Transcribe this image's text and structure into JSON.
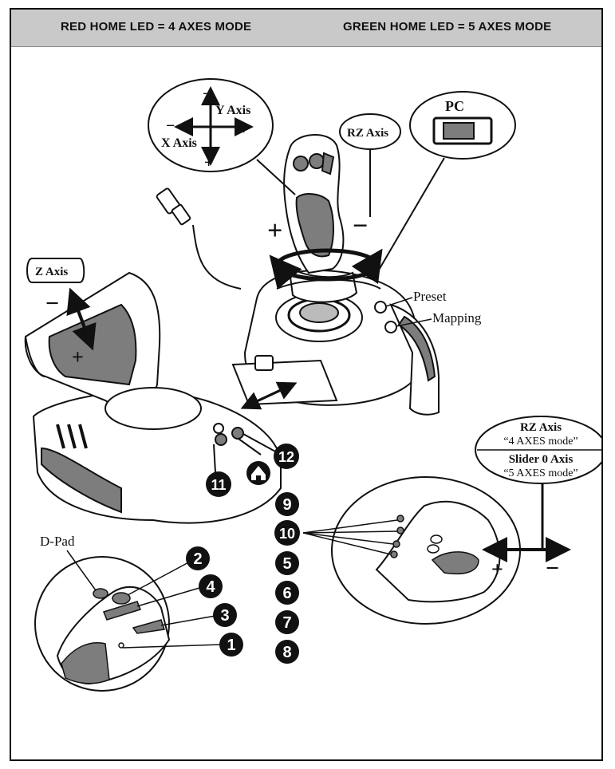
{
  "header": {
    "left": "RED HOME LED = 4 AXES MODE",
    "right": "GREEN HOME LED = 5 AXES MODE"
  },
  "labels": {
    "y_axis": "Y Axis",
    "x_axis": "X Axis",
    "rz_axis": "RZ Axis",
    "pc": "PC",
    "z_axis": "Z Axis",
    "preset": "Preset",
    "mapping": "Mapping",
    "d_pad": "D-Pad",
    "rz_axis_2": "RZ Axis",
    "rz_mode": "“4 AXES mode”",
    "slider_axis": "Slider 0 Axis",
    "slider_mode": "“5 AXES mode”",
    "plus": "+",
    "minus": "−"
  },
  "buttons": {
    "b1": "1",
    "b2": "2",
    "b3": "3",
    "b4": "4",
    "b5": "5",
    "b6": "6",
    "b7": "7",
    "b8": "8",
    "b9": "9",
    "b10": "10",
    "b11": "11",
    "b12": "12"
  },
  "colors": {
    "header_bg": "#c9c9c9",
    "grip_gray": "#7d7d7d",
    "line": "#111111"
  },
  "icons": {
    "home": "house-icon"
  }
}
